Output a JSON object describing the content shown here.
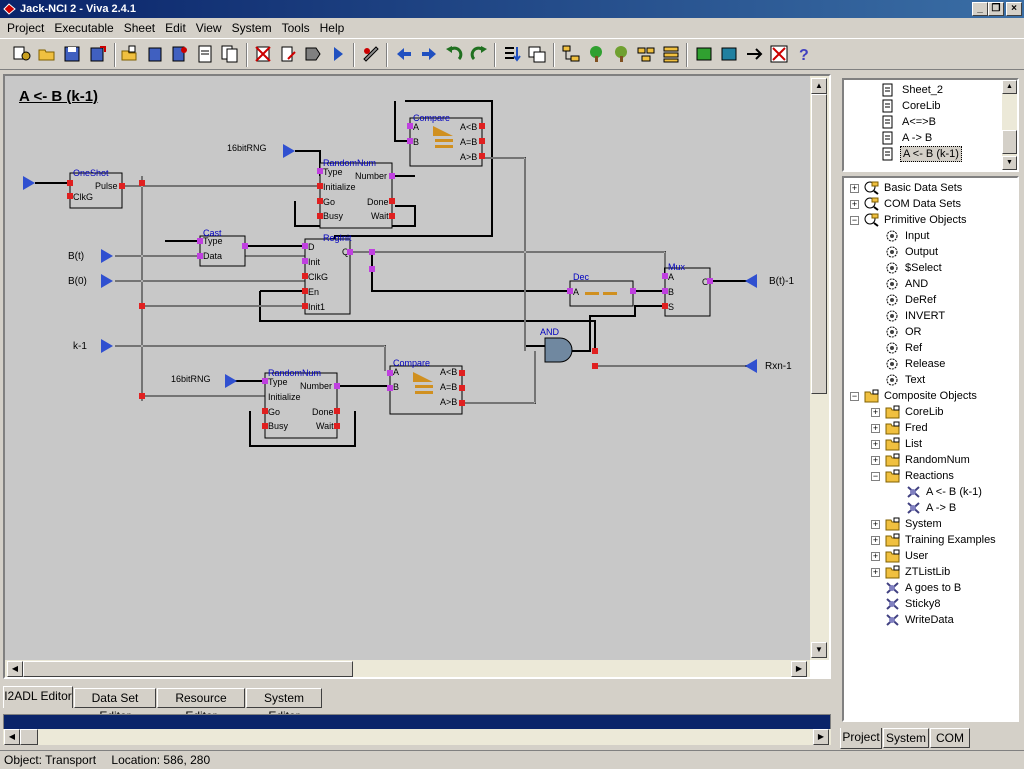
{
  "window": {
    "title": "Jack-NCI 2 - Viva 2.4.1"
  },
  "menu": [
    "Project",
    "Executable",
    "Sheet",
    "Edit",
    "View",
    "System",
    "Tools",
    "Help"
  ],
  "sheet": {
    "title": "A <- B (k-1)",
    "blocks": {
      "oneshot": {
        "title": "OneShot",
        "ports": [
          "Pulse",
          "ClkG"
        ]
      },
      "rng_top": {
        "title": "RandomNum",
        "ports": [
          "Type",
          "Initialize",
          "Number",
          "Go",
          "Busy",
          "Done",
          "Wait"
        ],
        "const": "16bitRNG"
      },
      "compare_top": {
        "title": "Compare",
        "ports": [
          "A",
          "B",
          "A<B",
          "A=B",
          "A>B"
        ]
      },
      "cast": {
        "title": "Cast",
        "ports": [
          "Type",
          "Data"
        ]
      },
      "reginit": {
        "title": "RegInit",
        "ports": [
          "D",
          "Init",
          "ClkG",
          "En",
          "Init1",
          "Q"
        ]
      },
      "dec": {
        "title": "Dec",
        "ports": [
          "A"
        ]
      },
      "mux": {
        "title": "Mux",
        "ports": [
          "A",
          "B",
          "S",
          "O"
        ]
      },
      "and": {
        "title": "AND"
      },
      "compare_bot": {
        "title": "Compare",
        "ports": [
          "A",
          "B",
          "A<B",
          "A=B",
          "A>B"
        ]
      },
      "rng_bot": {
        "title": "RandomNum",
        "ports": [
          "Type",
          "Initialize",
          "Number",
          "Go",
          "Busy",
          "Done",
          "Wait"
        ],
        "const": "16bitRNG"
      }
    },
    "io_labels": {
      "bt": "B(t)",
      "b0": "B(0)",
      "km1": "k-1",
      "btm1": "B(t)-1",
      "rxn": "Rxn-1"
    }
  },
  "editor_tabs": [
    "I2ADL Editor",
    "Data Set Editor",
    "Resource Editor",
    "System Editor"
  ],
  "status": {
    "object": "Object: Transport",
    "location": "Location: 586, 280"
  },
  "sheets_list": [
    "Sheet_2",
    "CoreLib",
    "A<=>B",
    "A -> B",
    "A <- B (k-1)"
  ],
  "tree": [
    {
      "label": "Basic Data Sets",
      "level": 0,
      "expander": "+",
      "icon": "dataset-icon"
    },
    {
      "label": "COM Data Sets",
      "level": 0,
      "expander": "+",
      "icon": "dataset-icon"
    },
    {
      "label": "Primitive Objects",
      "level": 0,
      "expander": "-",
      "icon": "dataset-icon"
    },
    {
      "label": "Input",
      "level": 1,
      "icon": "gear-icon"
    },
    {
      "label": "Output",
      "level": 1,
      "icon": "gear-icon"
    },
    {
      "label": "$Select",
      "level": 1,
      "icon": "gear-icon"
    },
    {
      "label": "AND",
      "level": 1,
      "icon": "gear-icon"
    },
    {
      "label": "DeRef",
      "level": 1,
      "icon": "gear-icon"
    },
    {
      "label": "INVERT",
      "level": 1,
      "icon": "gear-icon"
    },
    {
      "label": "OR",
      "level": 1,
      "icon": "gear-icon"
    },
    {
      "label": "Ref",
      "level": 1,
      "icon": "gear-icon"
    },
    {
      "label": "Release",
      "level": 1,
      "icon": "gear-icon"
    },
    {
      "label": "Text",
      "level": 1,
      "icon": "gear-icon"
    },
    {
      "label": "Composite Objects",
      "level": 0,
      "expander": "-",
      "icon": "folder-icon"
    },
    {
      "label": "CoreLib",
      "level": 1,
      "expander": "+",
      "icon": "folder-icon"
    },
    {
      "label": "Fred",
      "level": 1,
      "expander": "+",
      "icon": "folder-icon"
    },
    {
      "label": "List",
      "level": 1,
      "expander": "+",
      "icon": "folder-icon"
    },
    {
      "label": "RandomNum",
      "level": 1,
      "expander": "+",
      "icon": "folder-icon"
    },
    {
      "label": "Reactions",
      "level": 1,
      "expander": "-",
      "icon": "folder-icon"
    },
    {
      "label": "A <- B (k-1)",
      "level": 2,
      "icon": "object-icon"
    },
    {
      "label": "A -> B",
      "level": 2,
      "icon": "object-icon"
    },
    {
      "label": "System",
      "level": 1,
      "expander": "+",
      "icon": "folder-icon"
    },
    {
      "label": "Training Examples",
      "level": 1,
      "expander": "+",
      "icon": "folder-icon"
    },
    {
      "label": "User",
      "level": 1,
      "expander": "+",
      "icon": "folder-icon"
    },
    {
      "label": "ZTListLib",
      "level": 1,
      "expander": "+",
      "icon": "folder-icon"
    },
    {
      "label": "A goes to B",
      "level": 1,
      "icon": "object-icon"
    },
    {
      "label": "Sticky8",
      "level": 1,
      "icon": "object-icon"
    },
    {
      "label": "WriteData",
      "level": 1,
      "icon": "object-icon"
    }
  ],
  "right_tabs": [
    "Project",
    "System",
    "COM"
  ]
}
